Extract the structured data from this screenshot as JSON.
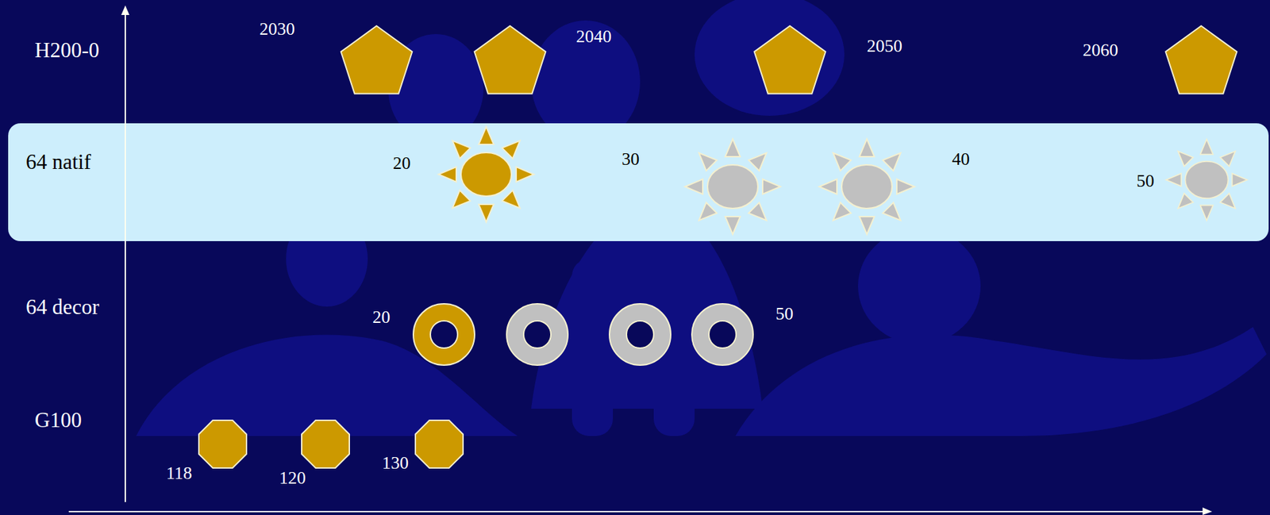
{
  "diagram": {
    "nodes": [
      {
        "text": [
          "64 natif",
          "20",
          "30",
          "40",
          "50"
        ]
      }
    ],
    "labels": [
      "H200-0",
      "2030",
      "2040",
      "2050",
      "2060",
      "64 decor",
      "20",
      "50",
      "G100",
      "118",
      "120",
      "130"
    ]
  }
}
